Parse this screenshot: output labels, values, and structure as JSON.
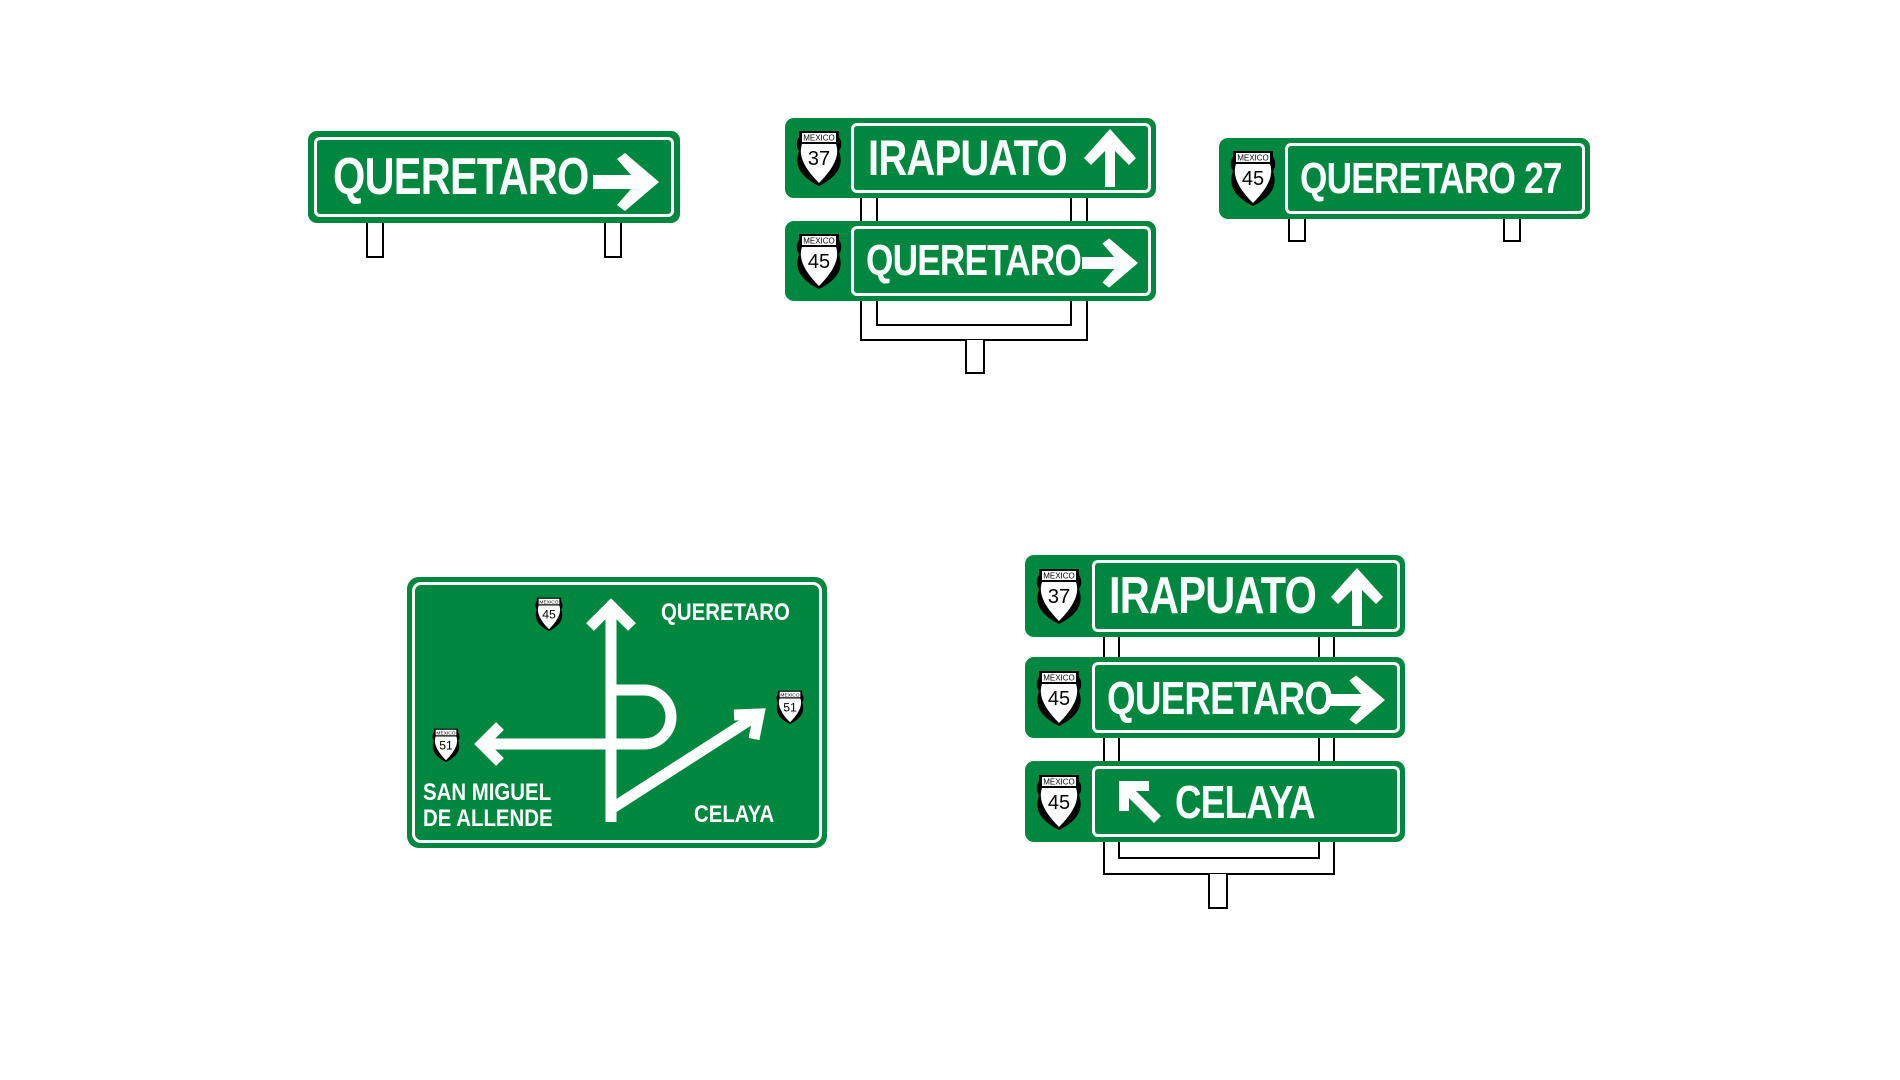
{
  "colors": {
    "sign_green": "#00873f",
    "text": "#ffffff",
    "shield": "#000000"
  },
  "shield_label": "MEXICO",
  "sign1": {
    "destination": "QUERETARO",
    "arrow": "arrow-right-icon"
  },
  "stack1": {
    "row1": {
      "route": "37",
      "destination": "IRAPUATO"
    },
    "row2": {
      "route": "45",
      "destination": "QUERETARO"
    }
  },
  "sign3": {
    "route": "45",
    "destination": "QUERETARO 27"
  },
  "diagram": {
    "north": {
      "route": "45",
      "destination": "QUERETARO"
    },
    "east": {
      "route": "51",
      "destination": "CELAYA"
    },
    "west": {
      "route": "51",
      "destination_line1": "SAN MIGUEL",
      "destination_line2": "DE ALLENDE"
    }
  },
  "stack2": {
    "row1": {
      "route": "37",
      "destination": "IRAPUATO"
    },
    "row2": {
      "route": "45",
      "destination": "QUERETARO"
    },
    "row3": {
      "route": "45",
      "destination": "CELAYA"
    }
  }
}
